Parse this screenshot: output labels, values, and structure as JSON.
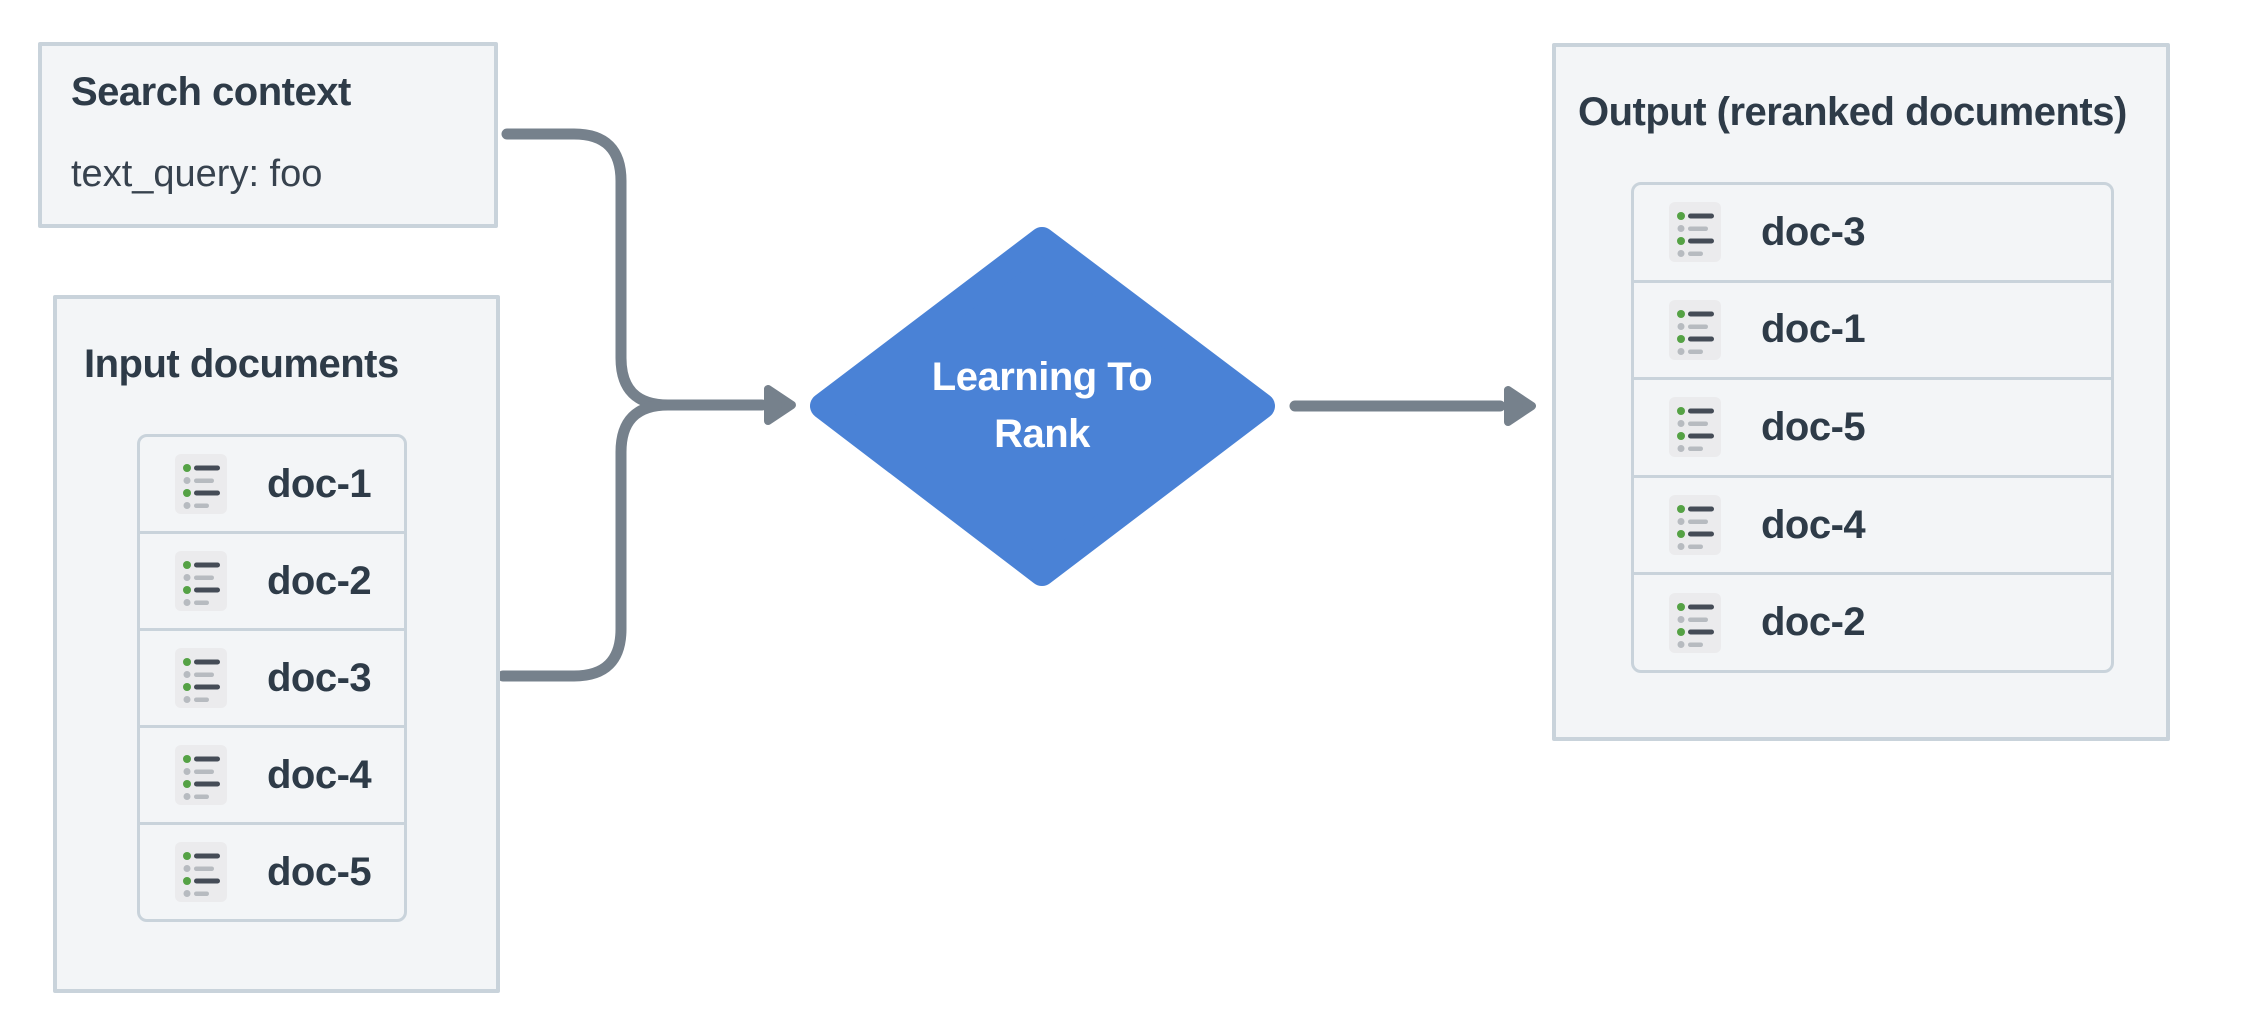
{
  "colors": {
    "accent_blue": "#4a82d6",
    "connector_gray": "#76818c",
    "panel_border": "#c9d3db",
    "panel_bg": "#f3f5f7",
    "icon_bg": "#ebebed",
    "icon_line_dark": "#454c57",
    "icon_line_light": "#b7bbc0",
    "icon_dot_green": "#55a245",
    "icon_dot_gray": "#b7bbc0",
    "text_dark": "#2e3b48",
    "text_body": "#37424e"
  },
  "search_context": {
    "title": "Search context",
    "body": "text_query: foo"
  },
  "input_documents": {
    "title": "Input documents",
    "items": [
      {
        "label": "doc-1"
      },
      {
        "label": "doc-2"
      },
      {
        "label": "doc-3"
      },
      {
        "label": "doc-4"
      },
      {
        "label": "doc-5"
      }
    ]
  },
  "process": {
    "label_line1": "Learning To",
    "label_line2": "Rank"
  },
  "output_documents": {
    "title": "Output (reranked documents)",
    "items": [
      {
        "label": "doc-3"
      },
      {
        "label": "doc-1"
      },
      {
        "label": "doc-5"
      },
      {
        "label": "doc-4"
      },
      {
        "label": "doc-2"
      }
    ]
  }
}
